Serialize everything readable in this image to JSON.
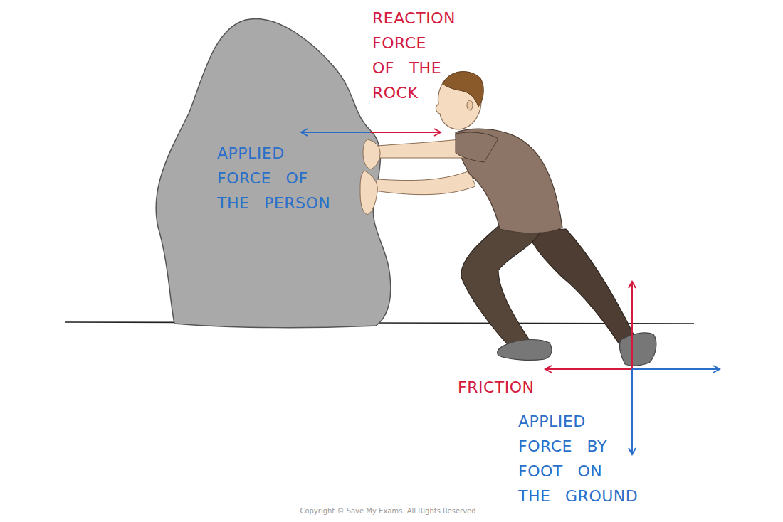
{
  "diagram": {
    "labels": [
      "REACTION FORCE OF THE ROCK",
      "APPLIED FORCE OF THE PERSON",
      "FRICTION",
      "APPLIED FORCE BY FOOT ON THE GROUND",
      "Copyright © Save My Exams. All Rights Reserved"
    ]
  }
}
